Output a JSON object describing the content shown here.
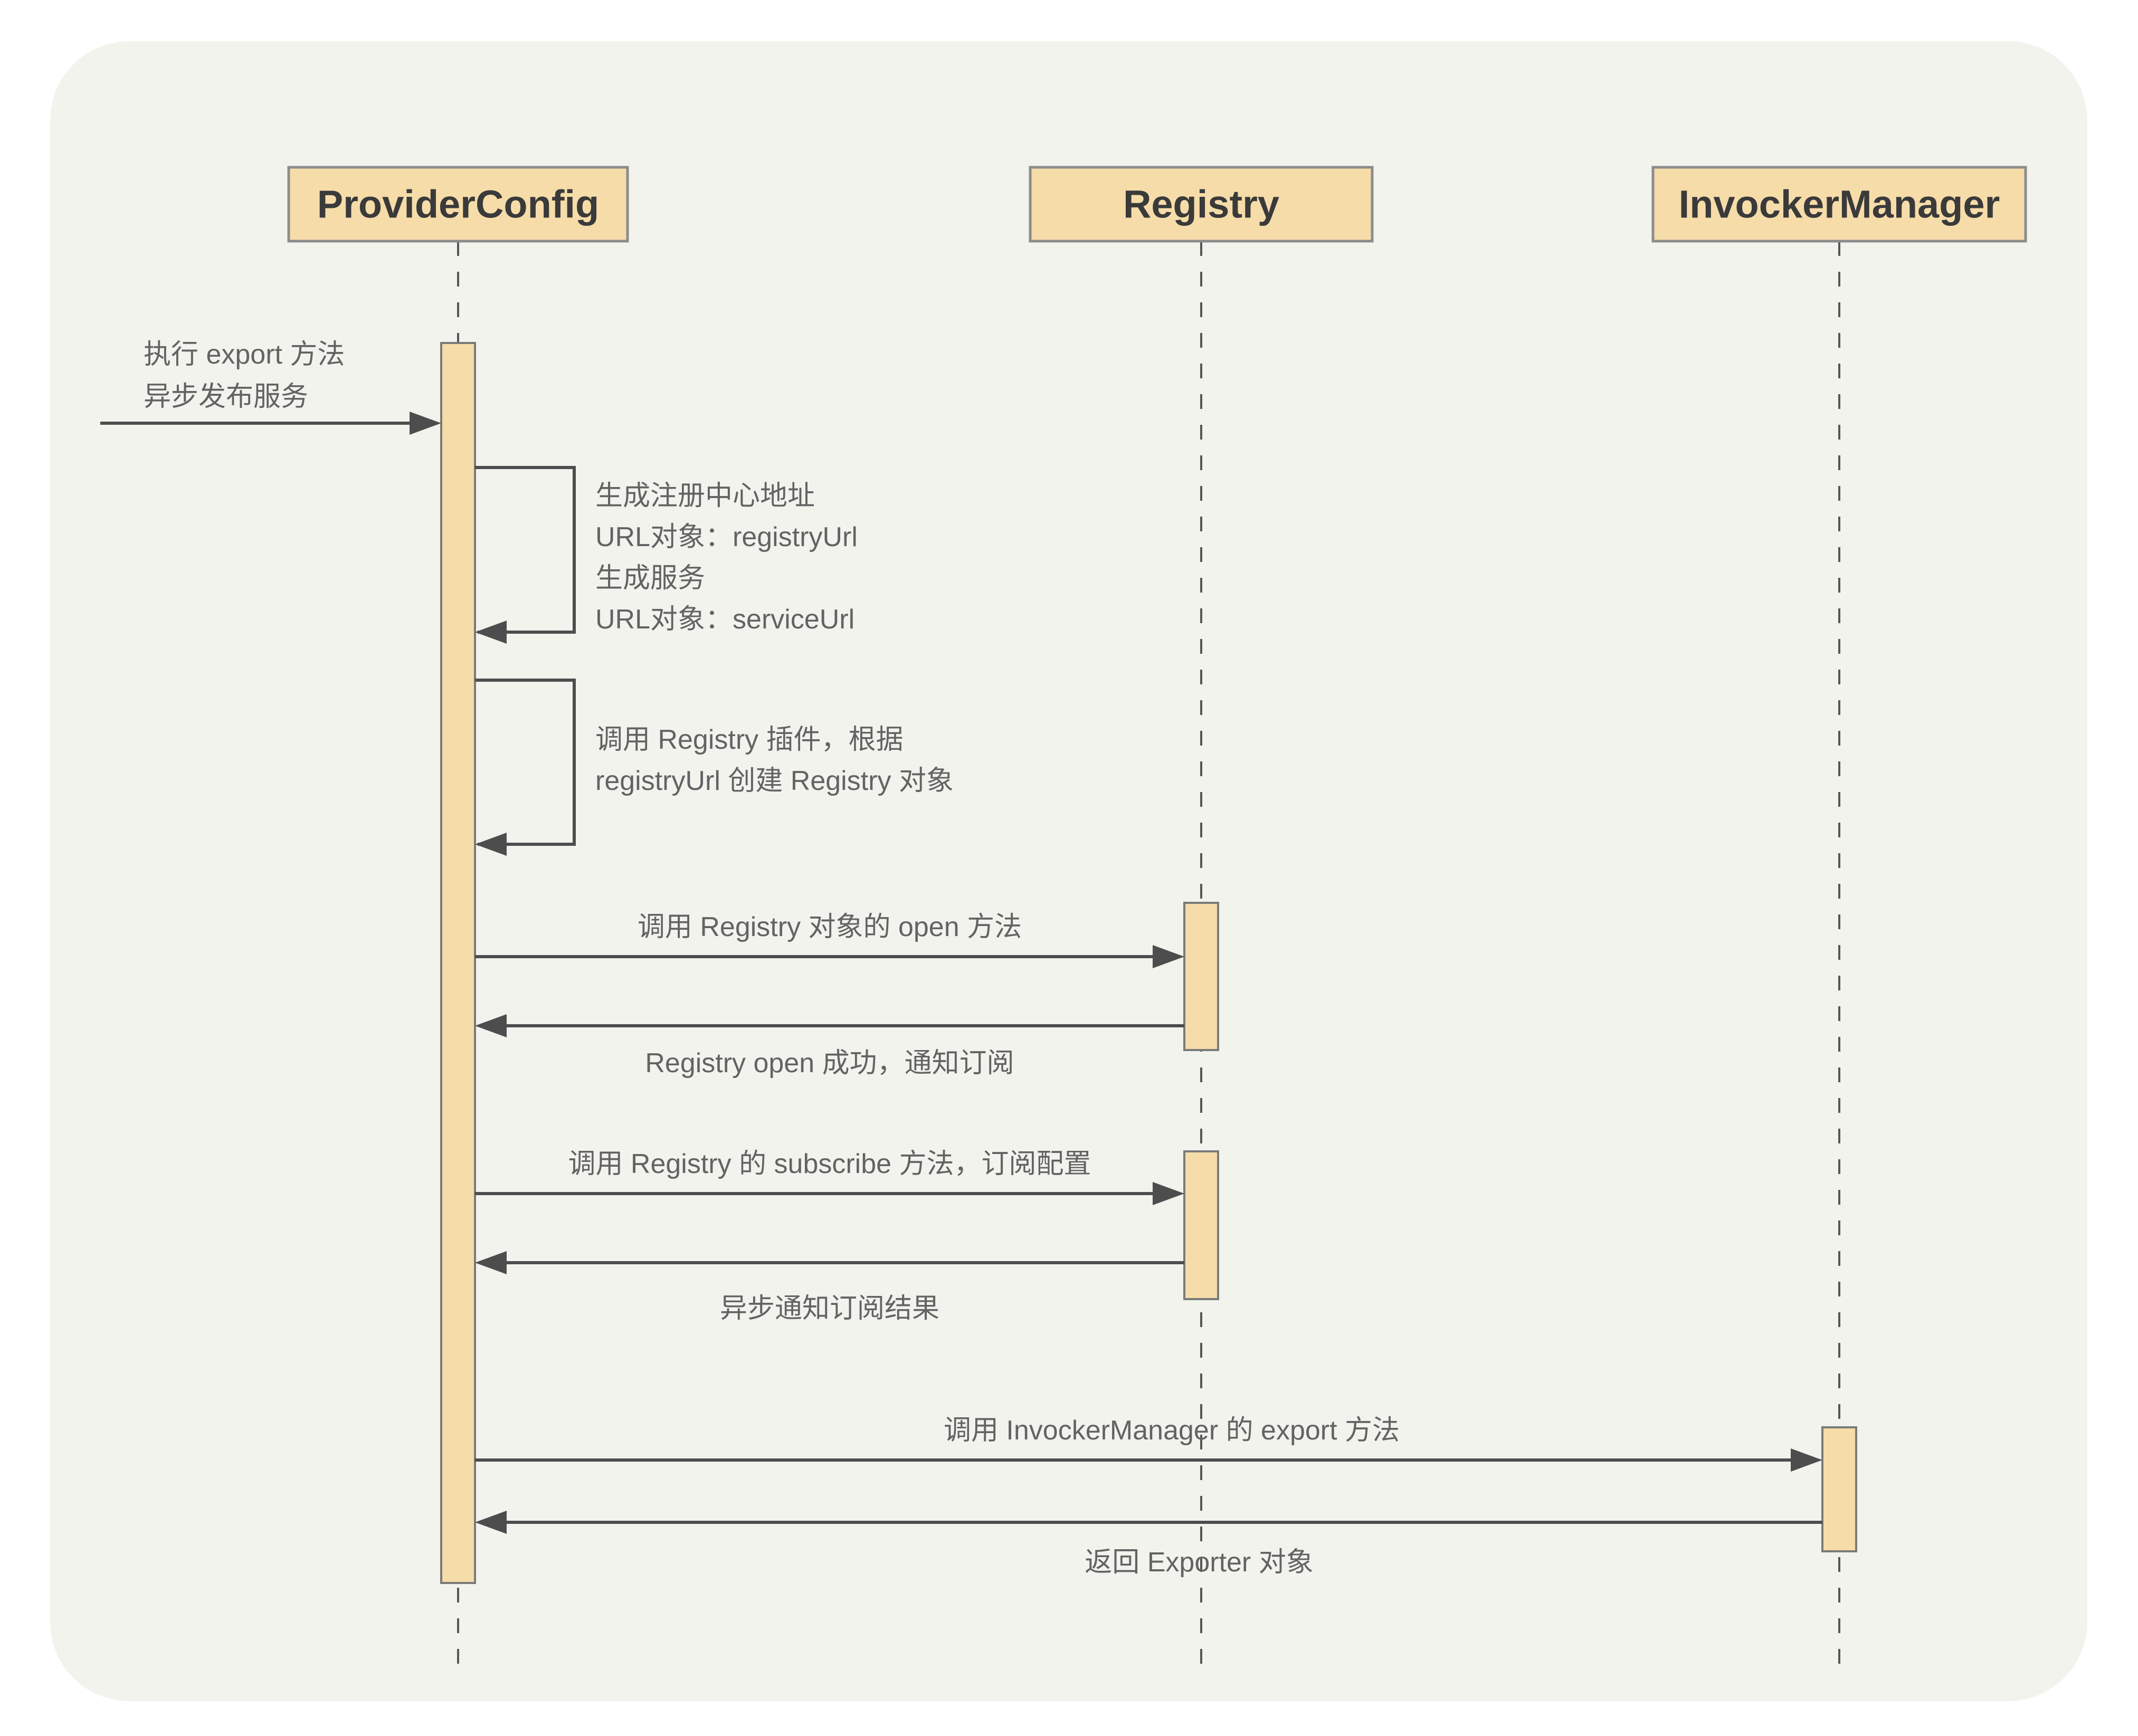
{
  "diagram": {
    "type": "sequence-diagram",
    "actors": [
      {
        "name": "ProviderConfig"
      },
      {
        "name": "Registry"
      },
      {
        "name": "InvockerManager"
      }
    ],
    "messages": {
      "external_call": {
        "from": "external",
        "to": "ProviderConfig",
        "lines": [
          "执行 export 方法",
          "异步发布服务"
        ]
      },
      "self_generate_urls": {
        "from": "ProviderConfig",
        "to": "ProviderConfig",
        "lines": [
          "生成注册中心地址",
          "URL对象：registryUrl",
          "生成服务",
          "URL对象：serviceUrl"
        ]
      },
      "self_create_registry": {
        "from": "ProviderConfig",
        "to": "ProviderConfig",
        "lines": [
          "调用 Registry 插件，根据",
          "registryUrl 创建 Registry 对象"
        ]
      },
      "call_open": {
        "from": "ProviderConfig",
        "to": "Registry",
        "label": "调用 Registry 对象的 open 方法"
      },
      "return_open": {
        "from": "Registry",
        "to": "ProviderConfig",
        "label": "Registry open 成功，通知订阅"
      },
      "call_subscribe": {
        "from": "ProviderConfig",
        "to": "Registry",
        "label": "调用 Registry 的 subscribe 方法，订阅配置"
      },
      "return_subscribe": {
        "from": "Registry",
        "to": "ProviderConfig",
        "label": "异步通知订阅结果"
      },
      "call_export": {
        "from": "ProviderConfig",
        "to": "InvockerManager",
        "label": "调用 InvockerManager 的 export 方法"
      },
      "return_export": {
        "from": "InvockerManager",
        "to": "ProviderConfig",
        "label": "返回 Exporter 对象"
      }
    },
    "colors": {
      "page_bg": "#FFFFFF",
      "canvas_bg": "#F3F3EE",
      "actor_fill": "#F6DCA9",
      "actor_border": "#8C8C8C",
      "activation_fill": "#F6DCA9",
      "activation_border": "#7A7A7A",
      "line": "#4D4D4D",
      "label_text": "#636363",
      "actor_text": "#3A3A3A"
    }
  }
}
